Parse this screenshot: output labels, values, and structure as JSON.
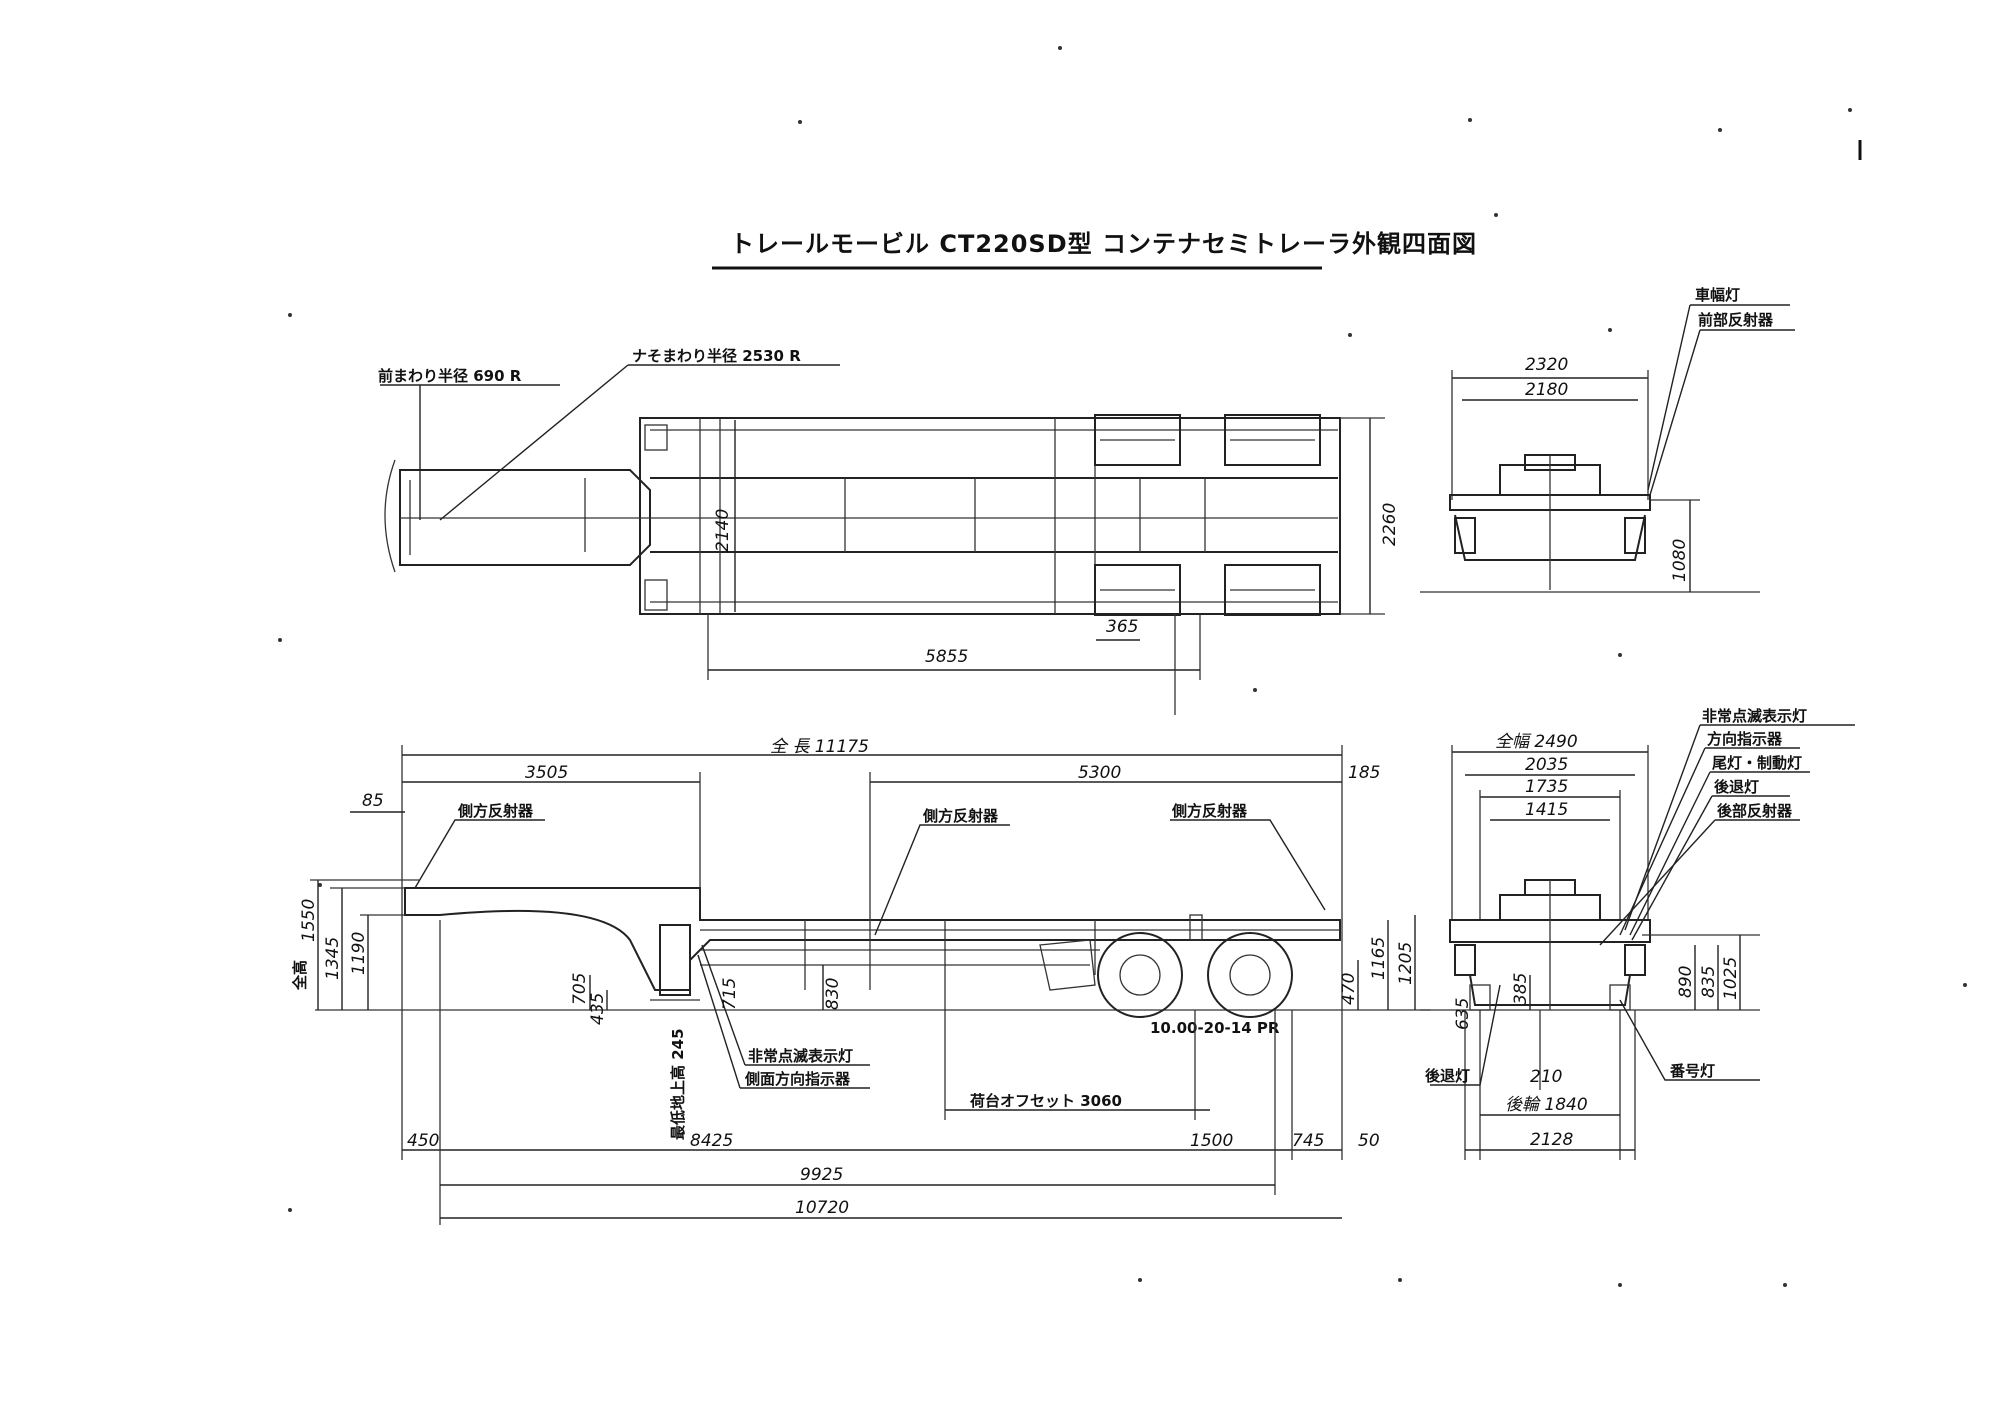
{
  "title": "トレールモービル CT220SD型 コンテナセミトレーラ外観四面図",
  "plan_view": {
    "turning_radius_front": "前まわり半径 690 R",
    "turning_radius_rear": "ナそまわり半径 2530 R",
    "inner_width": "2140",
    "outer_width": "2260",
    "axle_dim": "5855",
    "small_dim": "365"
  },
  "front_view": {
    "label_width_light": "車幅灯",
    "label_front_reflector": "前部反射器",
    "width_outer": "2320",
    "width_inner": "2180",
    "height_coupler": "1080"
  },
  "side_view": {
    "overall_length": "全 長 11175",
    "dim_3505": "3505",
    "dim_5300": "5300",
    "dim_185": "185",
    "dim_85": "85",
    "label_side_reflector_1": "側方反射器",
    "label_side_reflector_2": "側方反射器",
    "label_side_reflector_3": "側方反射器",
    "label_hazard": "非常点滅表示灯",
    "label_side_turn": "側面方向指示器",
    "label_ground_clearance": "最低地上高 245",
    "label_tire": "10.00-20-14 PR",
    "label_offset": "荷台オフセット 3060",
    "h_1550": "1550",
    "h_1345": "1345",
    "h_1190": "1190",
    "h_705": "705",
    "h_435": "435",
    "h_715": "715",
    "h_830": "830",
    "h_470": "470",
    "h_1165": "1165",
    "h_1205": "1205",
    "label_overall_height": "全高",
    "b_450": "450",
    "b_8425": "8425",
    "b_1500": "1500",
    "b_745": "745",
    "b_50": "50",
    "b_9925": "9925",
    "b_10720": "10720"
  },
  "rear_view": {
    "overall_width": "全幅 2490",
    "w_2035": "2035",
    "w_1735": "1735",
    "w_1415": "1415",
    "rear_track": "後輪 1840",
    "w_2128": "2128",
    "h_890": "890",
    "h_835": "835",
    "h_1025": "1025",
    "h_635": "635",
    "h_385": "385",
    "h_210": "210",
    "label_hazard": "非常点滅表示灯",
    "label_turn": "方向指示器",
    "label_tail": "尾灯・制動灯",
    "label_back": "後退灯",
    "label_rear_reflector": "後部反射器",
    "label_reverse": "後退灯",
    "label_plate": "番号灯"
  }
}
